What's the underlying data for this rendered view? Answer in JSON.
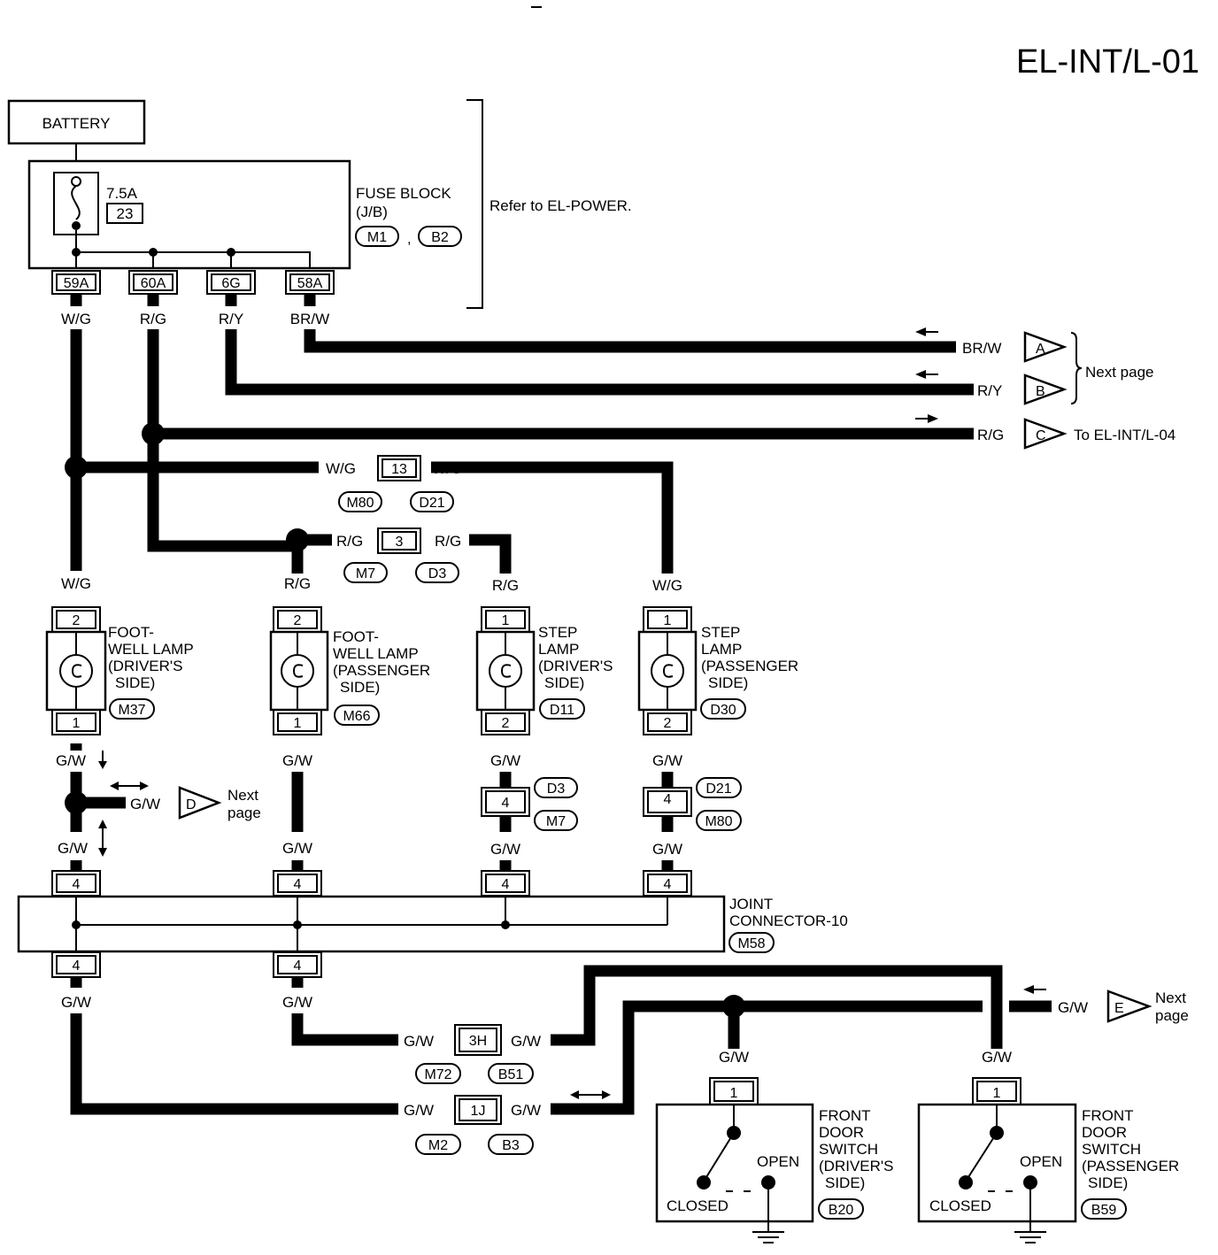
{
  "page_id": "EL-INT/L-01",
  "battery": "BATTERY",
  "fuse": {
    "rating": "7.5A",
    "number": "23"
  },
  "fuse_block": {
    "line1": "FUSE BLOCK",
    "line2": "(J/B)",
    "conn1": "M1",
    "sep": ",",
    "conn2": "B2"
  },
  "refer_note": "Refer to EL-POWER.",
  "fuse_terminals": [
    "59A",
    "60A",
    "6G",
    "58A"
  ],
  "top_wires": [
    "W/G",
    "R/G",
    "R/Y",
    "BR/W"
  ],
  "outgoing": {
    "a": {
      "wire": "BR/W",
      "letter": "A"
    },
    "b": {
      "wire": "R/Y",
      "letter": "B"
    },
    "c": {
      "wire": "R/G",
      "letter": "C"
    },
    "next_page": "Next page",
    "to_l04": "To EL-INT/L-04"
  },
  "conn13": {
    "pin": "13",
    "wire_left": "W/G",
    "wire_right": "W/G",
    "left_id": "M80",
    "right_id": "D21"
  },
  "conn3": {
    "pin": "3",
    "wire_left": "R/G",
    "wire_right": "R/G",
    "left_id": "M7",
    "right_id": "D3"
  },
  "lamps": [
    {
      "wire_in": "W/G",
      "pin_top": "2",
      "pin_bot": "1",
      "l1": "FOOT-",
      "l2": "WELL LAMP",
      "l3": "(DRIVER'S",
      "l4": "SIDE)",
      "id": "M37",
      "wire_out": "G/W"
    },
    {
      "wire_in": "R/G",
      "pin_top": "2",
      "pin_bot": "1",
      "l1": "FOOT-",
      "l2": "WELL LAMP",
      "l3": "(PASSENGER",
      "l4": "SIDE)",
      "id": "M66",
      "wire_out": "G/W"
    },
    {
      "wire_in": "R/G",
      "pin_top": "1",
      "pin_bot": "2",
      "l1": "STEP",
      "l2": "LAMP",
      "l3": "(DRIVER'S",
      "l4": "SIDE)",
      "id": "D11",
      "wire_out": "G/W"
    },
    {
      "wire_in": "W/G",
      "pin_top": "1",
      "pin_bot": "2",
      "l1": "STEP",
      "l2": "LAMP",
      "l3": "(PASSENGER",
      "l4": "SIDE)",
      "id": "D30",
      "wire_out": "G/W"
    }
  ],
  "d_branch": {
    "wire": "G/W",
    "letter": "D",
    "next1": "Next",
    "next2": "page"
  },
  "mid_conns": [
    {
      "pin": "4",
      "top_id": "D3",
      "bot_id": "M7"
    },
    {
      "pin": "4",
      "top_id": "D21",
      "bot_id": "M80"
    }
  ],
  "jc_wires": [
    "G/W",
    "G/W",
    "G/W",
    "G/W"
  ],
  "joint_connector": {
    "pin": "4",
    "l1": "JOINT",
    "l2": "CONNECTOR-10",
    "id": "M58"
  },
  "jc_bottom_wires": [
    "G/W",
    "G/W"
  ],
  "conn3h": {
    "pin": "3H",
    "wire_left": "G/W",
    "wire_right": "G/W",
    "left_id": "M72",
    "right_id": "B51"
  },
  "conn1j": {
    "pin": "1J",
    "wire_left": "G/W",
    "wire_right": "G/W",
    "left_id": "M2",
    "right_id": "B3"
  },
  "e_branch": {
    "wire": "G/W",
    "letter": "E",
    "next1": "Next",
    "next2": "page"
  },
  "switches": [
    {
      "wire": "G/W",
      "pin": "1",
      "l1": "FRONT",
      "l2": "DOOR",
      "l3": "SWITCH",
      "l4": "(DRIVER'S",
      "l5": "SIDE)",
      "open": "OPEN",
      "closed": "CLOSED",
      "id": "B20"
    },
    {
      "wire": "G/W",
      "pin": "1",
      "l1": "FRONT",
      "l2": "DOOR",
      "l3": "SWITCH",
      "l4": "(PASSENGER",
      "l5": "SIDE)",
      "open": "OPEN",
      "closed": "CLOSED",
      "id": "B59"
    }
  ]
}
